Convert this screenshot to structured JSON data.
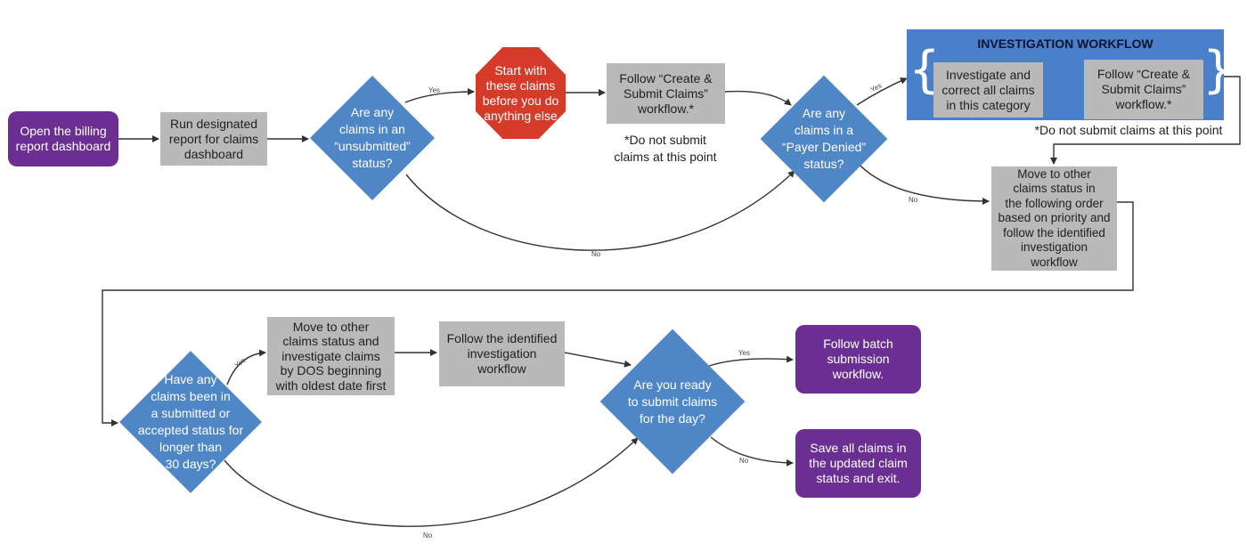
{
  "colors": {
    "purple": "#6b2f93",
    "gray": "#b9b9b9",
    "blue": "#4f86c6",
    "red": "#d63b2a",
    "panel_blue": "#4a7fcc",
    "arrow": "#333333"
  },
  "nodes": {
    "open_dashboard": "Open the billing\nreport dashboard",
    "run_report": "Run designated\nreport for claims\ndashboard",
    "unsubmitted_decision": "Are any\nclaims in an\n“unsubmitted”\nstatus?",
    "start_claims": "Start with\nthese claims\nbefore you do\nanything else",
    "follow_create_1": "Follow “Create &\nSubmit Claims”\nworkflow.*",
    "note_1": "*Do not submit\nclaims at this point",
    "payer_denied_decision": "Are any\nclaims in a\n“Payer Denied”\nstatus?",
    "investigation_title": "INVESTIGATION WORKFLOW",
    "investigate_correct": "Investigate and\ncorrect all claims\nin this category",
    "follow_create_2": "Follow “Create &\nSubmit Claims”\nworkflow.*",
    "note_2": "*Do not submit claims at this point",
    "move_other_priority": "Move to other\nclaims status in\nthe following order\nbased on priority and\nfollow the identified\ninvestigation\nworkflow",
    "submitted_30_decision": "Have any\nclaims been in\na submitted or\naccepted status for\nlonger than\n30 days?",
    "move_other_dos": "Move to other\nclaims status and\ninvestigate claims\nby DOS beginning\nwith oldest date first",
    "follow_identified": "Follow the identified\ninvestigation\nworkflow",
    "ready_submit_decision": "Are you ready\nto submit claims\nfor the day?",
    "batch_submission": "Follow batch\nsubmission\nworkflow.",
    "save_exit": "Save all claims in\nthe updated claim\nstatus and exit."
  },
  "edge_labels": {
    "unsubmitted_yes": "Yes",
    "unsubmitted_no": "No",
    "payer_denied_yes": "Yes",
    "payer_denied_no": "No",
    "submitted_30_yes": "Yes",
    "submitted_30_no": "No",
    "ready_yes": "Yes",
    "ready_no": "No"
  }
}
